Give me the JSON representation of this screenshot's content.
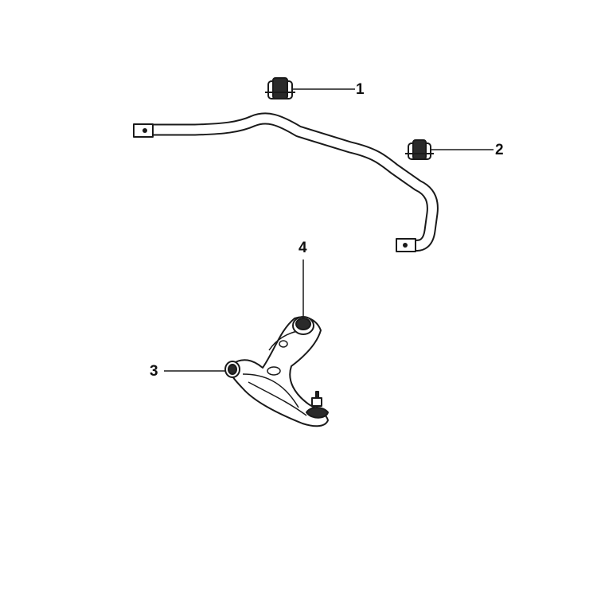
{
  "callouts": [
    {
      "number": "1",
      "part": "stabilizer-bar-bushing"
    },
    {
      "number": "2",
      "part": "stabilizer-bar-bushing"
    },
    {
      "number": "3",
      "part": "lower-control-arm-front-bushing"
    },
    {
      "number": "4",
      "part": "lower-control-arm-rear-bushing"
    }
  ],
  "colors": {
    "line": "#1a1a1a",
    "fill": "#ffffff",
    "shade": "#2a2a2a"
  }
}
